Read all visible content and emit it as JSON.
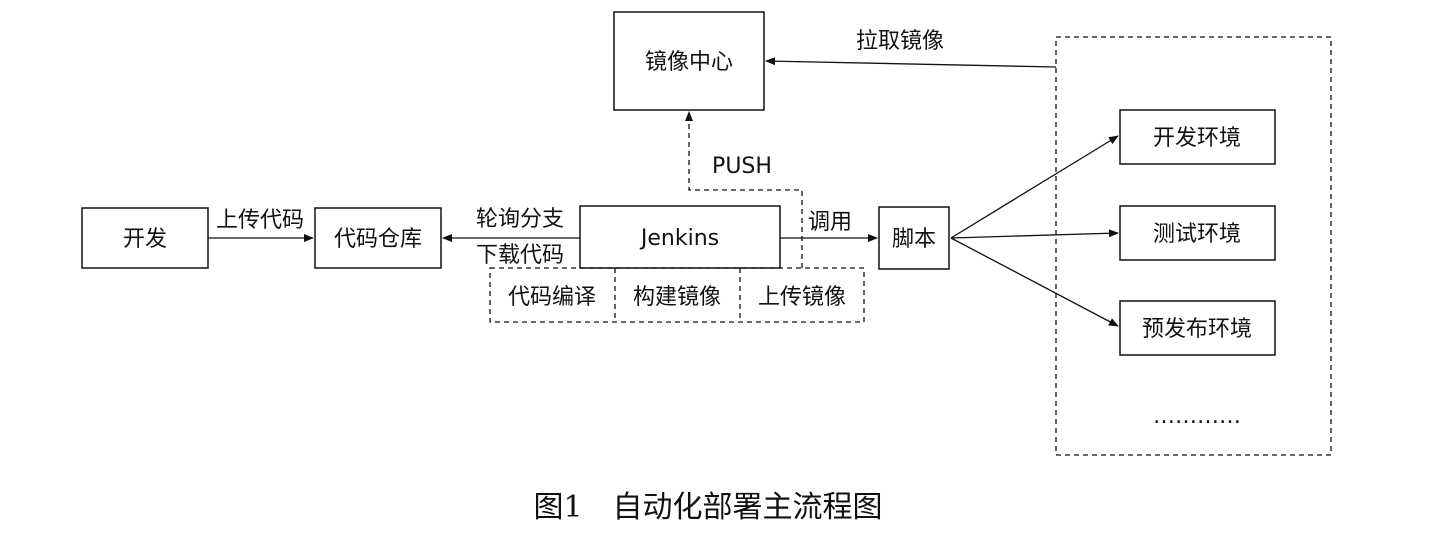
{
  "nodes": {
    "dev": "开发",
    "repo": "代码仓库",
    "jenkins": "Jenkins",
    "registry": "镜像中心",
    "script": "脚本",
    "env_dev": "开发环境",
    "env_test": "测试环境",
    "env_pre": "预发布环境",
    "env_more": "…………"
  },
  "steps": [
    "代码编译",
    "构建镜像",
    "上传镜像"
  ],
  "edges": {
    "upload_code": "上传代码",
    "poll_branch": "轮询分支",
    "download_code": "下载代码",
    "push": "PUSH",
    "invoke": "调用",
    "pull_image": "拉取镜像"
  },
  "caption": "图1　自动化部署主流程图"
}
